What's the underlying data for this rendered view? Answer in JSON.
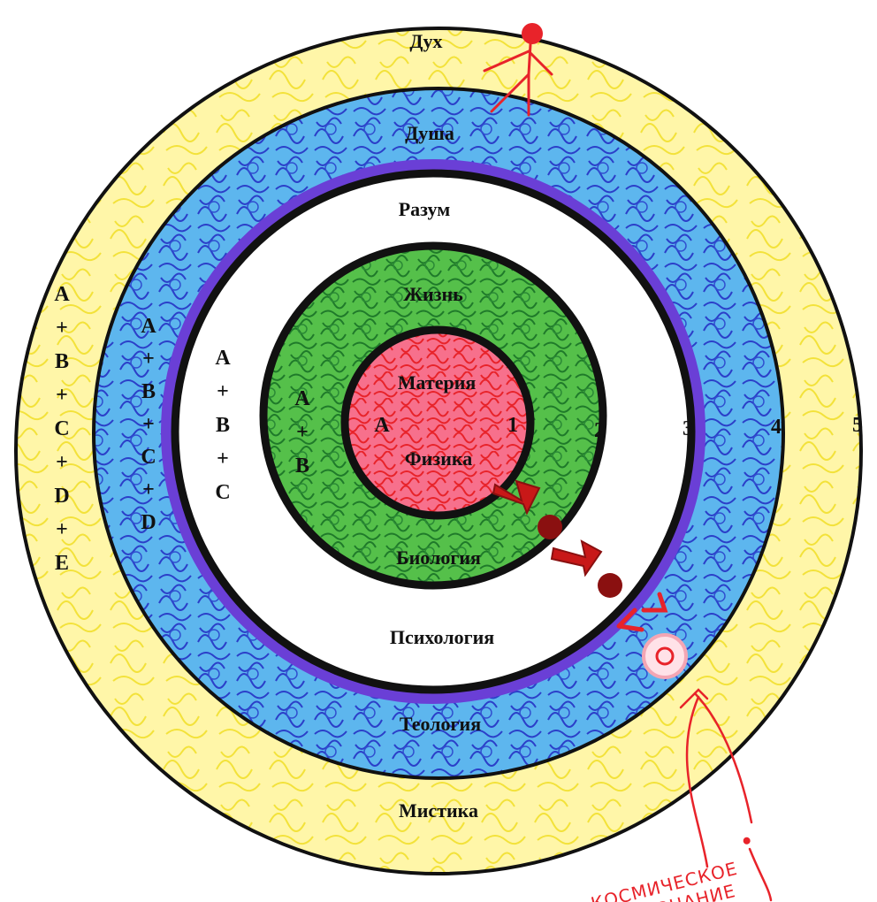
{
  "colors": {
    "mystic": "#fff27a",
    "theology": "#4aa8e8",
    "theology_scribble": "#2b3fc9",
    "psychology": "#ffffff",
    "psychology_edge": "#6a3fd6",
    "biology": "#3fae3a",
    "biology_scribble": "#1f7a2a",
    "physics": "#f24a6a",
    "physics_scribble": "#e8232a",
    "outline": "#111111",
    "marker": "#e8232a",
    "dark_marker": "#8a1010"
  },
  "rings": {
    "spirit": "Дух",
    "soul": "Душа",
    "mind": "Разум",
    "life": "Жизнь",
    "matter": "Материя",
    "physics": "Физика",
    "biology": "Биология",
    "psychology": "Психология",
    "theology": "Теология",
    "mystic": "Мистика"
  },
  "sequences": {
    "level1": [
      "A"
    ],
    "level2": [
      "A",
      "+",
      "B"
    ],
    "level3": [
      "A",
      "+",
      "B",
      "+",
      "C"
    ],
    "level4": [
      "A",
      "+",
      "B",
      "+",
      "C",
      "+",
      "D"
    ],
    "level5": [
      "A",
      "+",
      "B",
      "+",
      "C",
      "+",
      "D",
      "+",
      "E"
    ]
  },
  "numbers": [
    "1",
    "2",
    "3",
    "4",
    "5"
  ],
  "annotation": {
    "line1": "КОСМИЧЕСКОЕ",
    "line2": "СОЗНАНИЕ"
  },
  "icons": [
    "stick-figure-icon",
    "arrow-icon",
    "dot-icon",
    "circle-icon"
  ]
}
